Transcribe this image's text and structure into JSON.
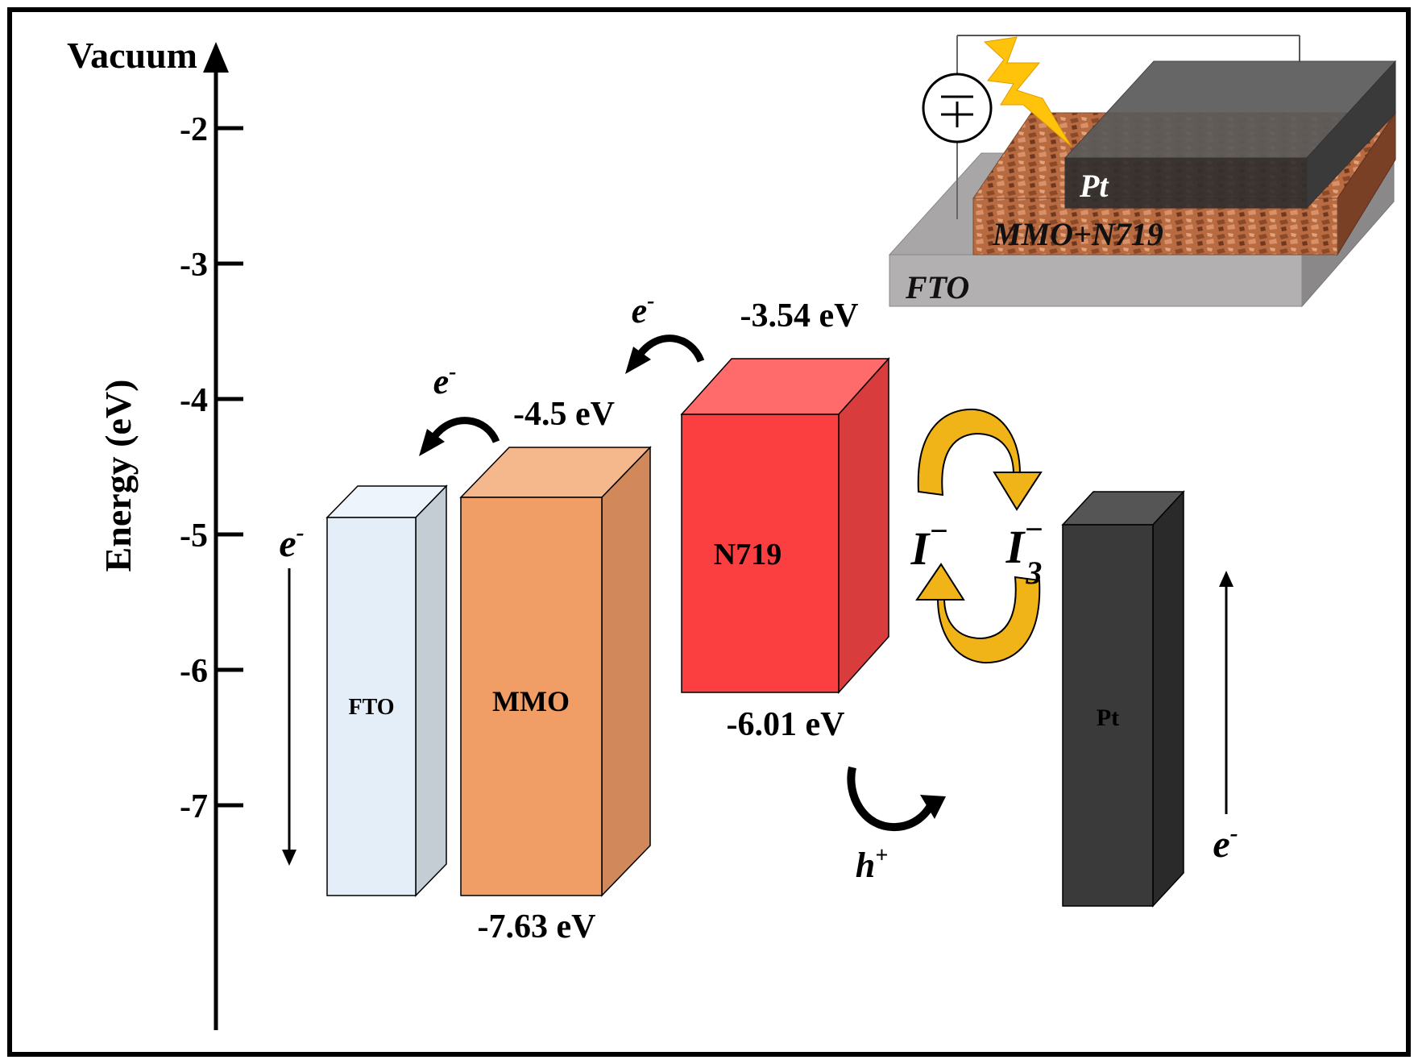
{
  "axis": {
    "top_label": "Vacuum",
    "title": "Energy (eV)",
    "ticks": [
      "-2",
      "-3",
      "-4",
      "-5",
      "-6",
      "-7"
    ]
  },
  "blocks": {
    "fto": {
      "label": "FTO"
    },
    "mmo": {
      "label": "MMO"
    },
    "n719": {
      "label": "N719"
    },
    "pt": {
      "label": "Pt"
    }
  },
  "levels": {
    "mmo_cb": "-4.5 eV",
    "mmo_vb": "-7.63 eV",
    "n719_lumo": "-3.54 eV",
    "n719_homo": "-6.01 eV"
  },
  "carriers": {
    "electron": "e",
    "electron_sup": "-",
    "hole": "h",
    "hole_sup": "+"
  },
  "redox": {
    "iodide": "I",
    "iodide_sup": "−",
    "triiodide": "I",
    "triiodide_sub": "3",
    "triiodide_sup": "−"
  },
  "inset": {
    "pt": "Pt",
    "active": "MMO+N719",
    "substrate": "FTO"
  },
  "colors": {
    "fto": "#e4eef8",
    "mmo": "#f09e66",
    "n719": "#fb3f41",
    "pt": "#3a3a3a",
    "redox_arrow": "#f1b418"
  }
}
